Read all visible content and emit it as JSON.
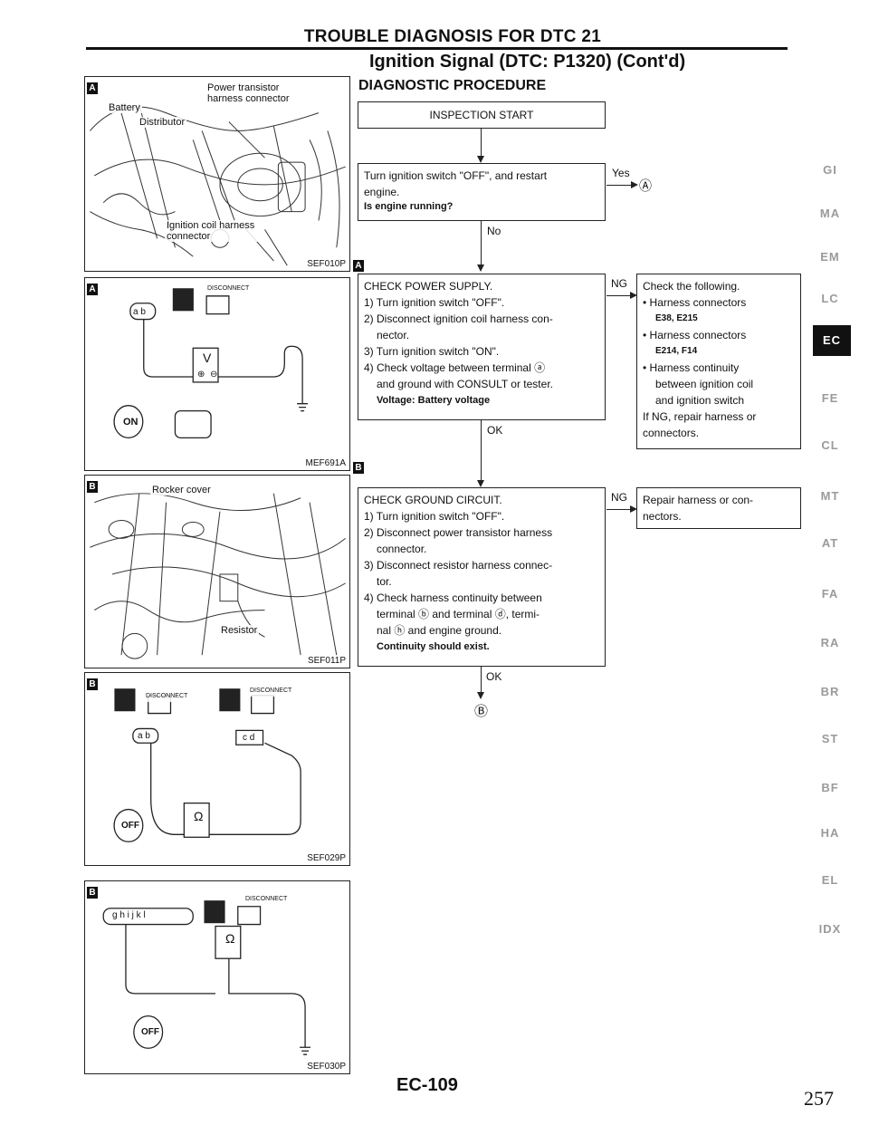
{
  "header": {
    "title": "TROUBLE DIAGNOSIS FOR DTC 21",
    "subtitle": "Ignition Signal (DTC: P1320) (Cont'd)",
    "section": "DIAGNOSTIC PROCEDURE"
  },
  "figures": {
    "f1": {
      "letter": "A",
      "code": "SEF010P",
      "labels": [
        "Power transistor harness connector",
        "Battery",
        "Distributor",
        "Ignition coil harness connector"
      ]
    },
    "f2": {
      "letter": "A",
      "code": "MEF691A",
      "disconnect": "DISCONNECT",
      "meter": "V",
      "terminals": "a b",
      "key": "ON",
      "plus": "⊕",
      "minus": "⊖"
    },
    "f3": {
      "letter": "B",
      "code": "SEF011P",
      "labels": [
        "Rocker cover",
        "Resistor"
      ]
    },
    "f4": {
      "letter": "B",
      "code": "SEF029P",
      "disconnect_1": "DISCONNECT",
      "disconnect_2": "DISCONNECT",
      "meter": "Ω",
      "terminals_1": "a b",
      "terminals_2": "c d",
      "key": "OFF"
    },
    "f5": {
      "letter": "B",
      "code": "SEF030P",
      "disconnect": "DISCONNECT",
      "meter": "Ω",
      "terminals": "g h i j k l",
      "key": "OFF"
    }
  },
  "flow": {
    "start": "INSPECTION START",
    "step1": {
      "line1": "Turn ignition switch \"OFF\", and restart",
      "line2": "engine.",
      "question": "Is engine running?"
    },
    "yes_label": "Yes",
    "yes_target": "Ⓐ",
    "no_label": "No",
    "marker_a": "A",
    "marker_b": "B",
    "step2": {
      "title": "CHECK POWER SUPPLY.",
      "s1": "1) Turn ignition switch \"OFF\".",
      "s2a": "2) Disconnect ignition coil harness con-",
      "s2b": "nector.",
      "s3": "3) Turn ignition switch \"ON\".",
      "s4a": "4) Check voltage between terminal ⓐ",
      "s4b": "and ground with CONSULT or tester.",
      "spec": "Voltage: Battery voltage"
    },
    "ng_label": "NG",
    "ok_label": "OK",
    "ng1": {
      "title": "Check the following.",
      "b1": "Harness connectors",
      "b1c": "E38, E215",
      "b2": "Harness connectors",
      "b2c": "E214, F14",
      "b3": "Harness continuity",
      "b3a": "between ignition coil",
      "b3b": "and ignition switch",
      "tail1": "If NG, repair harness or",
      "tail2": "connectors."
    },
    "step3": {
      "title": "CHECK GROUND CIRCUIT.",
      "s1": "1) Turn ignition switch \"OFF\".",
      "s2a": "2) Disconnect power transistor harness",
      "s2b": "connector.",
      "s3a": "3) Disconnect resistor harness connec-",
      "s3b": "tor.",
      "s4a": "4) Check harness continuity between",
      "s4b": "terminal ⓑ and terminal ⓓ, termi-",
      "s4c": "nal ⓗ and engine ground.",
      "spec": "Continuity should exist."
    },
    "ng2": {
      "line1": "Repair harness or con-",
      "line2": "nectors."
    },
    "end_target": "Ⓑ"
  },
  "side_tabs": [
    "GI",
    "MA",
    "EM",
    "LC",
    "EC",
    "FE",
    "CL",
    "MT",
    "AT",
    "FA",
    "RA",
    "BR",
    "ST",
    "BF",
    "HA",
    "EL",
    "IDX"
  ],
  "active_tab": "EC",
  "footer": {
    "code": "EC-109",
    "page": "257"
  }
}
